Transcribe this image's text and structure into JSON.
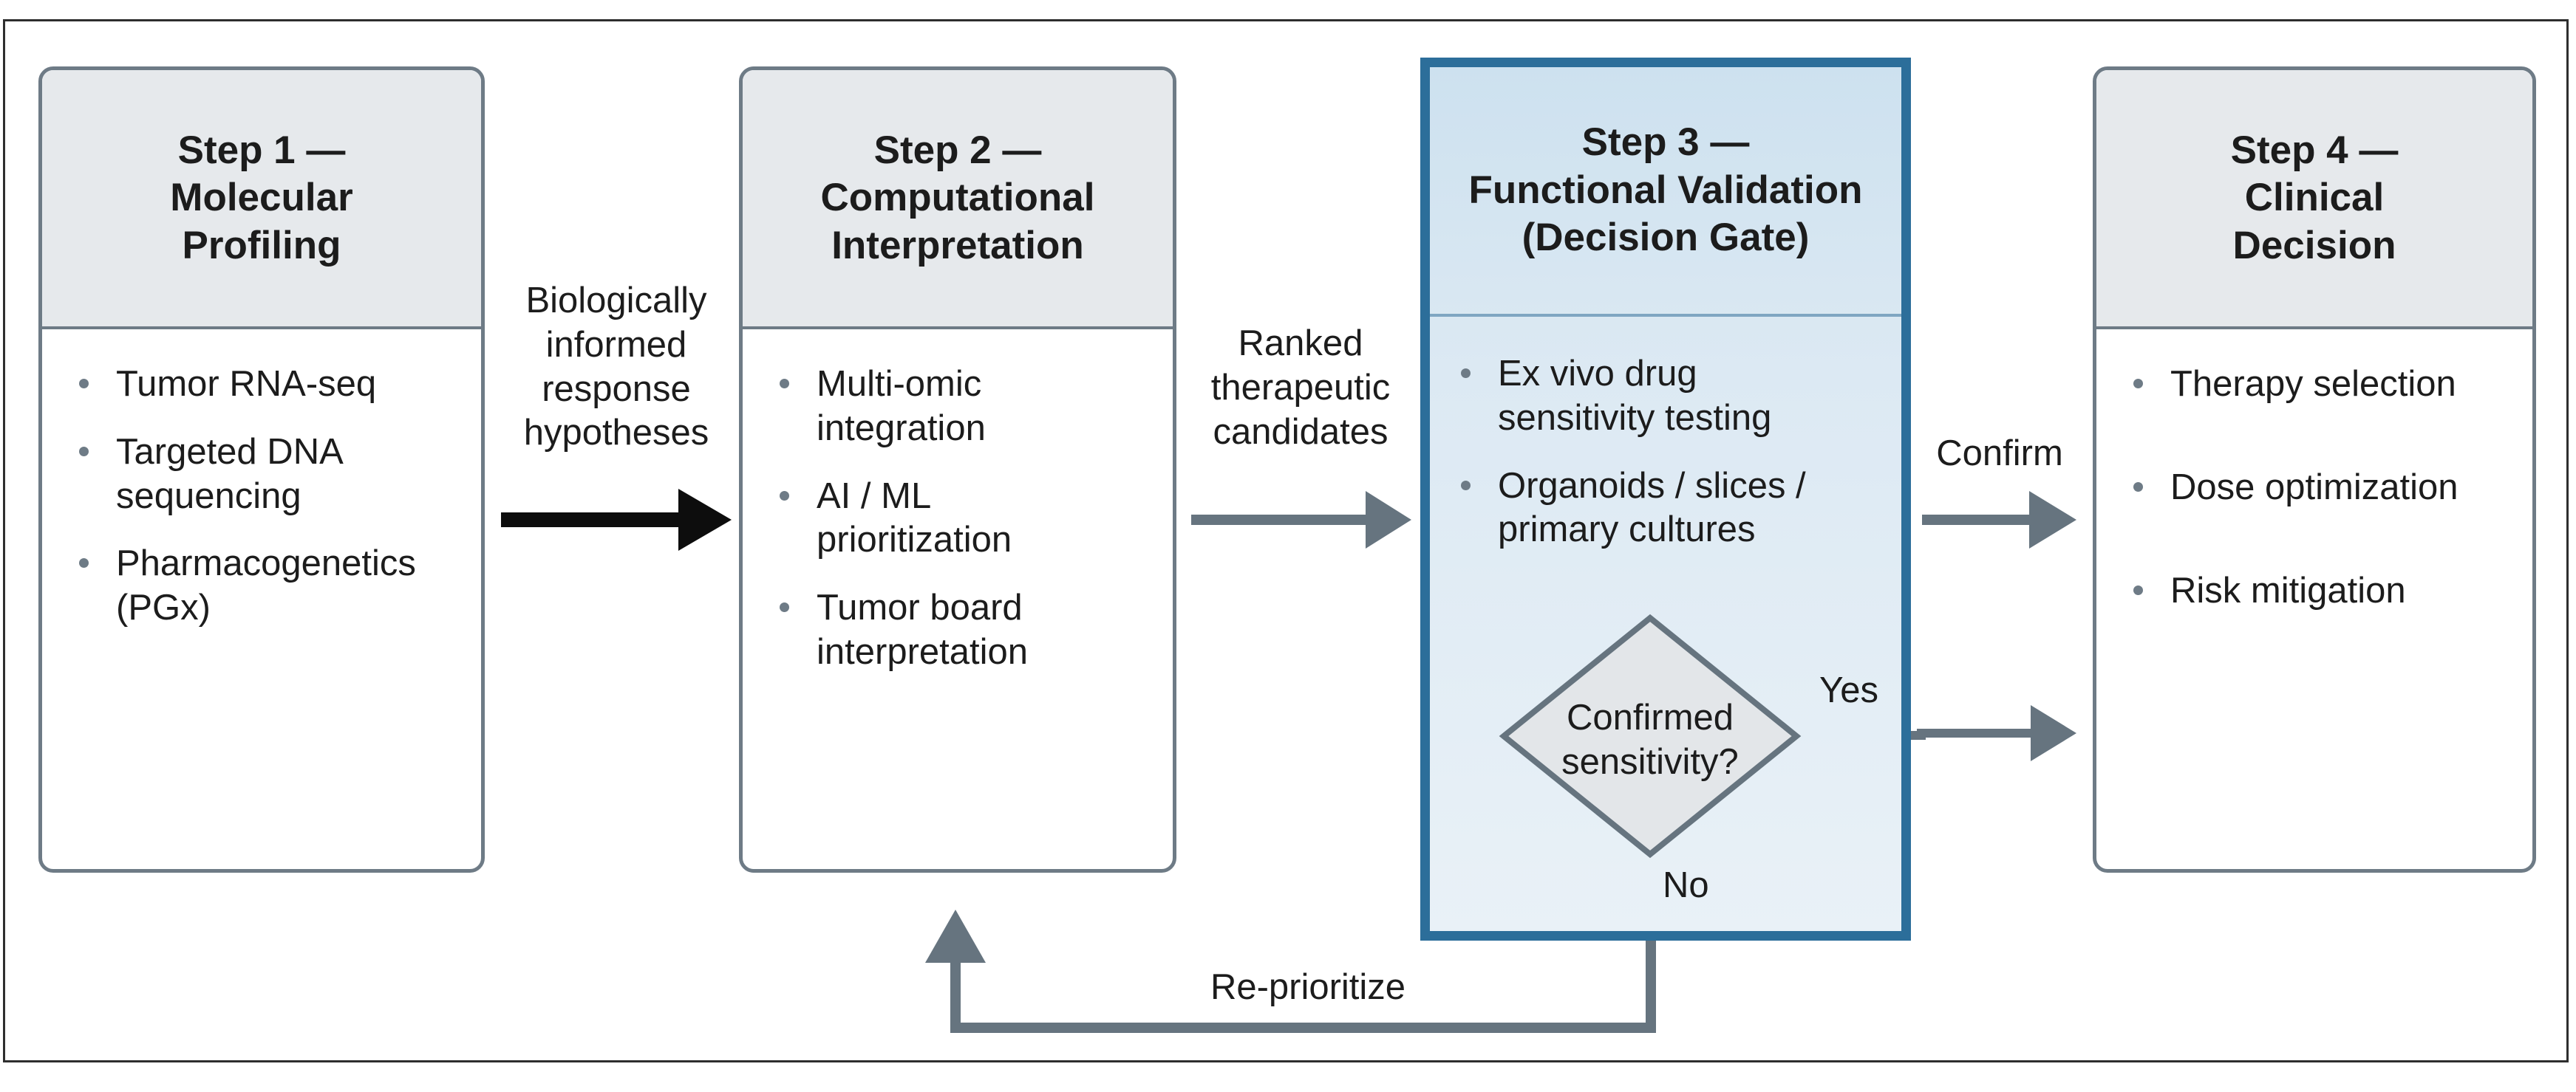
{
  "steps": [
    {
      "title": "Step 1 —\nMolecular\nProfiling",
      "items": [
        "Tumor RNA-seq",
        "Targeted DNA\nsequencing",
        "Pharmacogenetics\n(PGx)"
      ]
    },
    {
      "title": "Step 2 —\nComputational\nInterpretation",
      "items": [
        "Multi-omic\nintegration",
        "AI / ML\nprioritization",
        "Tumor board\ninterpretation"
      ]
    },
    {
      "title": "Step 3 —\nFunctional Validation\n(Decision Gate)",
      "items": [
        "Ex vivo drug\nsensitivity testing",
        "Organoids / slices /\nprimary cultures"
      ]
    },
    {
      "title": "Step 4 —\nClinical\nDecision",
      "items": [
        "Therapy selection",
        "Dose optimization",
        "Risk mitigation"
      ]
    }
  ],
  "connectors": {
    "step1_to_step2": "Biologically\ninformed\nresponse\nhypotheses",
    "step2_to_step3": "Ranked\ntherapeutic\ncandidates",
    "step3_to_step4": "Confirm",
    "decision_yes": "Yes",
    "decision_no": "No",
    "feedback": "Re-prioritize"
  },
  "decision": {
    "question": "Confirmed\nsensitivity?"
  },
  "colors": {
    "arrow_primary": "#0d0d0d",
    "arrow_gray": "#66747f",
    "gate_border": "#2c6e9a",
    "card_border": "#6e7b86"
  }
}
